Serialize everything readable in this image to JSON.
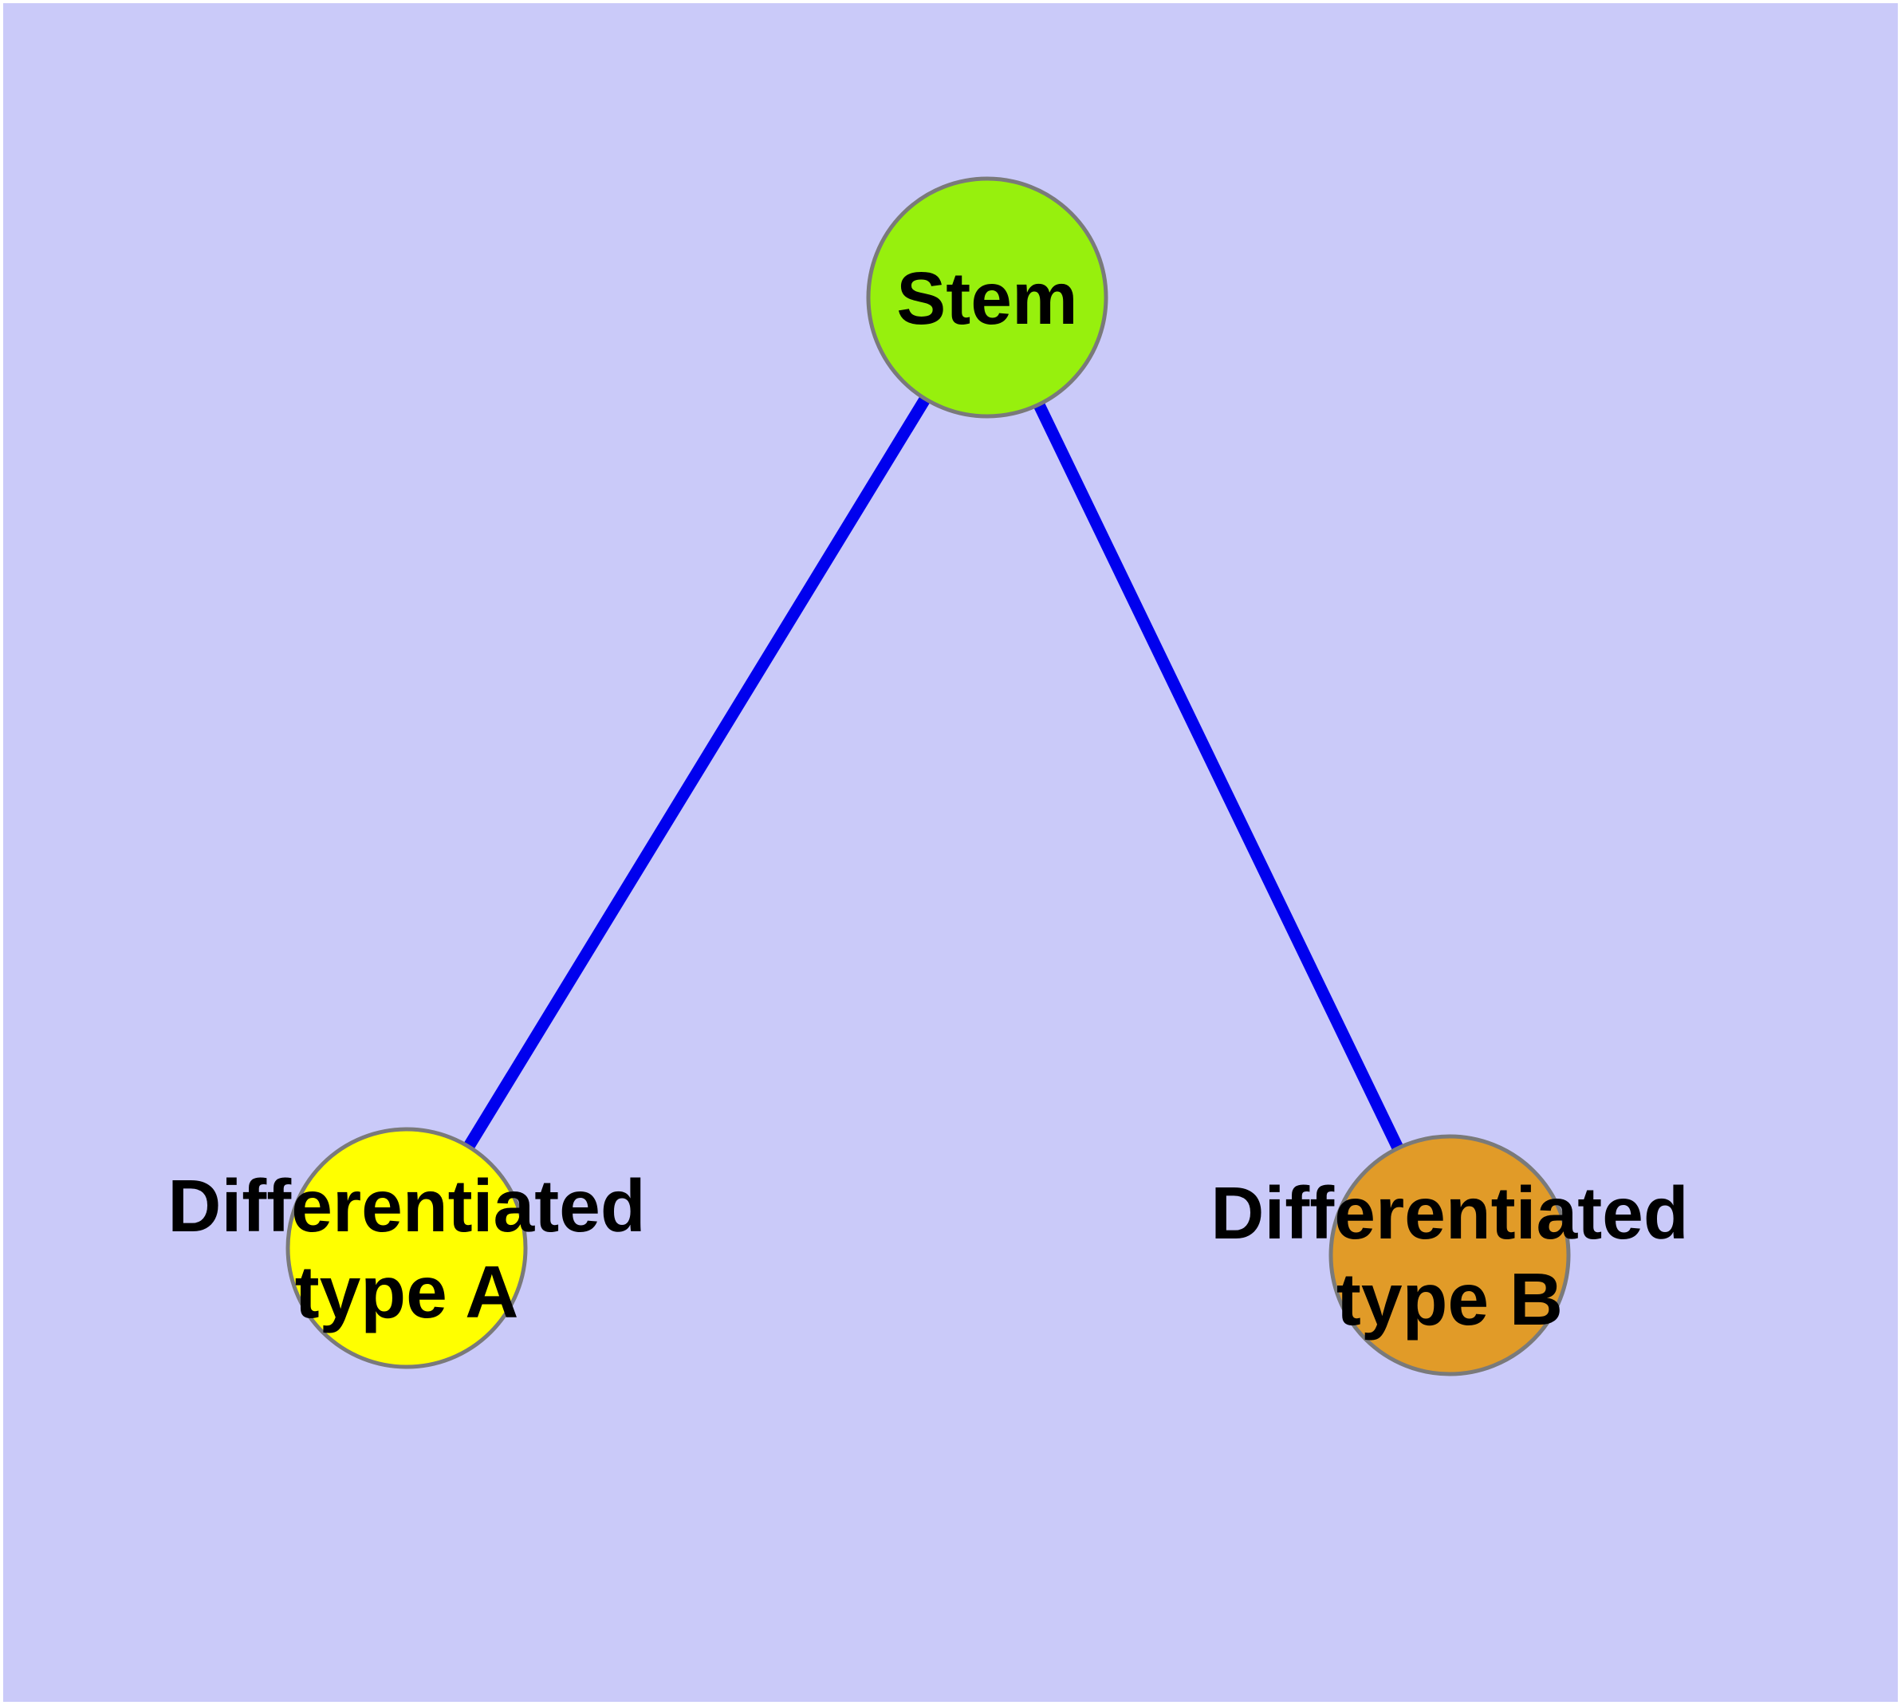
{
  "diagram": {
    "background_color": "#cacaf9",
    "margin_color": "#ffffff",
    "edge_color": "#0000ee",
    "node_border_color": "#7a7a7a",
    "text_color": "#000000",
    "nodes": [
      {
        "id": "stem",
        "label": "Stem",
        "lines": [
          "Stem"
        ],
        "fill": "#97f00d"
      },
      {
        "id": "differentiated-type-a",
        "label": "Differentiated type A",
        "lines": [
          "Differentiated",
          "type A"
        ],
        "fill": "#ffff00"
      },
      {
        "id": "differentiated-type-b",
        "label": "Differentiated type B",
        "lines": [
          "Differentiated",
          "type B"
        ],
        "fill": "#e19b28"
      }
    ],
    "edges": [
      {
        "from": "Stem",
        "to": "Differentiated type A"
      },
      {
        "from": "Stem",
        "to": "Differentiated type B"
      }
    ]
  }
}
